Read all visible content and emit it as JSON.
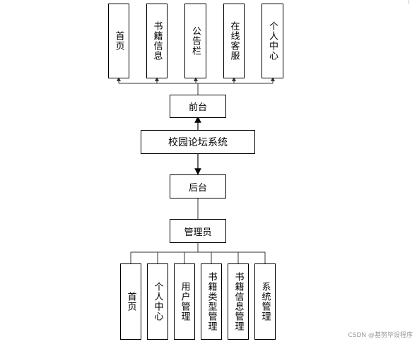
{
  "center": {
    "label": "校园论坛系统"
  },
  "frontend": {
    "label": "前台",
    "children": [
      "首页",
      "书籍信息",
      "公告栏",
      "在线客服",
      "个人中心"
    ]
  },
  "backend": {
    "label": "后台",
    "role": "管理员",
    "children": [
      "首页",
      "个人中心",
      "用户管理",
      "书籍类型管理",
      "书籍信息管理",
      "系统管理"
    ]
  },
  "watermark": "CSDN @基努毕设程序"
}
